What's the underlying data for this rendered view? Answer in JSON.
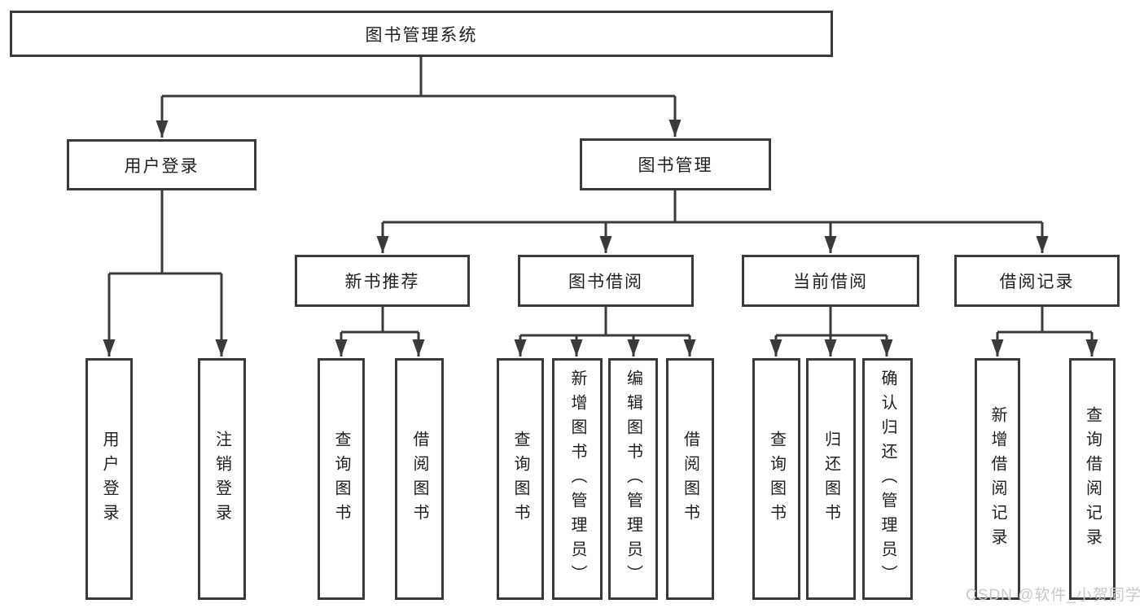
{
  "tree": {
    "root_label": "图书管理系统",
    "branches": [
      {
        "label": "用户登录",
        "leaves": [
          "用户登录",
          "注销登录"
        ]
      },
      {
        "label": "图书管理",
        "groups": [
          {
            "label": "新书推荐",
            "leaves": [
              "查询图书",
              "借阅图书"
            ]
          },
          {
            "label": "图书借阅",
            "leaves": [
              "查询图书",
              "新增图书（管理员）",
              "编辑图书（管理员）",
              "借阅图书"
            ]
          },
          {
            "label": "当前借阅",
            "leaves": [
              "查询图书",
              "归还图书",
              "确认归还（管理员）"
            ]
          },
          {
            "label": "借阅记录",
            "leaves": [
              "新增借阅记录",
              "查询借阅记录"
            ]
          }
        ]
      }
    ]
  },
  "watermark": {
    "text": "CSDN @软件_小贺同学"
  },
  "colors": {
    "line": "#3a3a3a",
    "box_border": "#3a3a3a",
    "box_fill": "#ffffff",
    "text": "#1f1f1f",
    "watermark": "#c9c9c9",
    "background": "#ffffff"
  }
}
